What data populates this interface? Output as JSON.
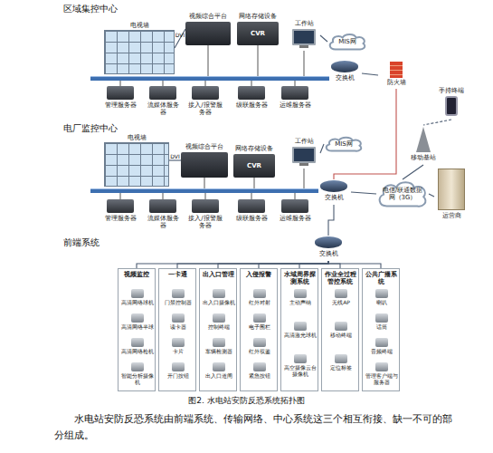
{
  "diagram": {
    "caption": "图2. 水电站安防反恐系统拓扑图",
    "nodes": [
      {
        "text": [
          "电视墙"
        ]
      },
      {
        "text": [
          "视频综合平台"
        ]
      },
      {
        "text": [
          "网络存储设备",
          "CVR"
        ]
      },
      {
        "text": [
          "工作站"
        ]
      },
      {
        "text": [
          "MIS网"
        ]
      },
      {
        "text": [
          "交换机"
        ]
      },
      {
        "text": [
          "防火墙"
        ]
      },
      {
        "text": [
          "管理服务器"
        ]
      },
      {
        "text": [
          "流媒体服务器"
        ]
      },
      {
        "text": [
          "接入/报警服务器"
        ]
      },
      {
        "text": [
          "级联服务器"
        ]
      },
      {
        "text": [
          "运维服务器"
        ]
      },
      {
        "text": [
          "电视墙"
        ]
      },
      {
        "text": [
          "视频综合平台"
        ]
      },
      {
        "text": [
          "网络存储设备",
          "CVR"
        ]
      },
      {
        "text": [
          "工作站"
        ]
      },
      {
        "text": [
          "MIS网"
        ]
      },
      {
        "text": [
          "交换机"
        ]
      },
      {
        "text": [
          "管理服务器"
        ]
      },
      {
        "text": [
          "流媒体服务器"
        ]
      },
      {
        "text": [
          "接入/报警服务器"
        ]
      },
      {
        "text": [
          "级联服务器"
        ]
      },
      {
        "text": [
          "运维服务器"
        ]
      },
      {
        "text": [
          "手持终端"
        ]
      },
      {
        "text": [
          "移动基站"
        ]
      },
      {
        "text": [
          "电信/联通数据网（3G）"
        ]
      },
      {
        "text": [
          "运营商"
        ]
      },
      {
        "text": [
          "交换机"
        ]
      },
      {
        "text": [
          "视频监控"
        ]
      },
      {
        "text": [
          "高清网络球机"
        ],
        "in": 28
      },
      {
        "text": [
          "高清网络半球"
        ],
        "in": 28
      },
      {
        "text": [
          "高清网络枪机"
        ],
        "in": 28
      },
      {
        "text": [
          "智能分析摄像机"
        ],
        "in": 28
      },
      {
        "text": [
          "一卡通"
        ]
      },
      {
        "text": [
          "门禁控制器"
        ],
        "in": 33
      },
      {
        "text": [
          "读卡器"
        ],
        "in": 33
      },
      {
        "text": [
          "卡片"
        ],
        "in": 33
      },
      {
        "text": [
          "开门按钮"
        ],
        "in": 33
      },
      {
        "text": [
          "出入口管理"
        ]
      },
      {
        "text": [
          "出入口摄像机"
        ],
        "in": 38
      },
      {
        "text": [
          "控制终端"
        ],
        "in": 38
      },
      {
        "text": [
          "车辆检测器"
        ],
        "in": 38
      },
      {
        "text": [
          "出入口道闸"
        ],
        "in": 38
      },
      {
        "text": [
          "入侵报警"
        ]
      },
      {
        "text": [
          "红外对射"
        ],
        "in": 43
      },
      {
        "text": [
          "电子围栏"
        ],
        "in": 43
      },
      {
        "text": [
          "红外双鉴"
        ],
        "in": 43
      },
      {
        "text": [
          "紧急按钮"
        ],
        "in": 43
      },
      {
        "text": [
          "水域周界探测系统"
        ]
      },
      {
        "text": [
          "主动声纳"
        ],
        "in": 48
      },
      {
        "text": [
          "高清激光球机"
        ],
        "in": 48
      },
      {
        "text": [
          "高空摄像云台摄像机"
        ],
        "in": 48
      },
      {
        "text": [
          "作业全过程管控系统"
        ]
      },
      {
        "text": [
          "无线AP"
        ],
        "in": 52
      },
      {
        "text": [
          "移动终端"
        ],
        "in": 52
      },
      {
        "text": [
          "定位标签"
        ],
        "in": 52
      },
      {
        "text": [
          "公共广播系统"
        ]
      },
      {
        "text": [
          "喇叭"
        ],
        "in": 56
      },
      {
        "text": [
          "话筒"
        ],
        "in": 56
      },
      {
        "text": [
          "音频终端"
        ],
        "in": 56
      },
      {
        "text": [
          "管理客户端与服务器"
        ],
        "in": 56
      }
    ],
    "edges": [
      {
        "from": 1,
        "to": 0,
        "arrow": "none",
        "label": "DVI"
      },
      {
        "from": 13,
        "to": 12,
        "arrow": "none",
        "label": "DVI"
      },
      {
        "from": 3,
        "to": 4,
        "arrow": "none"
      },
      {
        "from": 15,
        "to": 16,
        "arrow": "none"
      },
      {
        "from": 5,
        "to": 6,
        "arrow": "none"
      },
      {
        "from": 6,
        "to": 17,
        "arrow": "none"
      },
      {
        "from": 17,
        "to": 25,
        "arrow": "none"
      },
      {
        "from": 25,
        "to": 26,
        "arrow": "none"
      },
      {
        "from": 24,
        "to": 25,
        "arrow": "none"
      },
      {
        "from": 23,
        "to": 24,
        "arrow": "none"
      },
      {
        "from": 17,
        "to": 27,
        "arrow": "none"
      },
      {
        "from": 27,
        "to": 28,
        "arrow": "none"
      },
      {
        "from": 27,
        "to": 33,
        "arrow": "none"
      },
      {
        "from": 27,
        "to": 38,
        "arrow": "none"
      },
      {
        "from": 27,
        "to": 43,
        "arrow": "none"
      },
      {
        "from": 27,
        "to": 48,
        "arrow": "none"
      },
      {
        "from": 27,
        "to": 52,
        "arrow": "none"
      },
      {
        "from": 27,
        "to": 56,
        "arrow": "none"
      }
    ],
    "labels": [
      "区域集控中心",
      "电厂监控中心",
      "前端系统",
      "水电站安防反恐系统由前端系统、传输网络、中心系统这三个相互衔接、缺一不可的部分组成。"
    ]
  }
}
